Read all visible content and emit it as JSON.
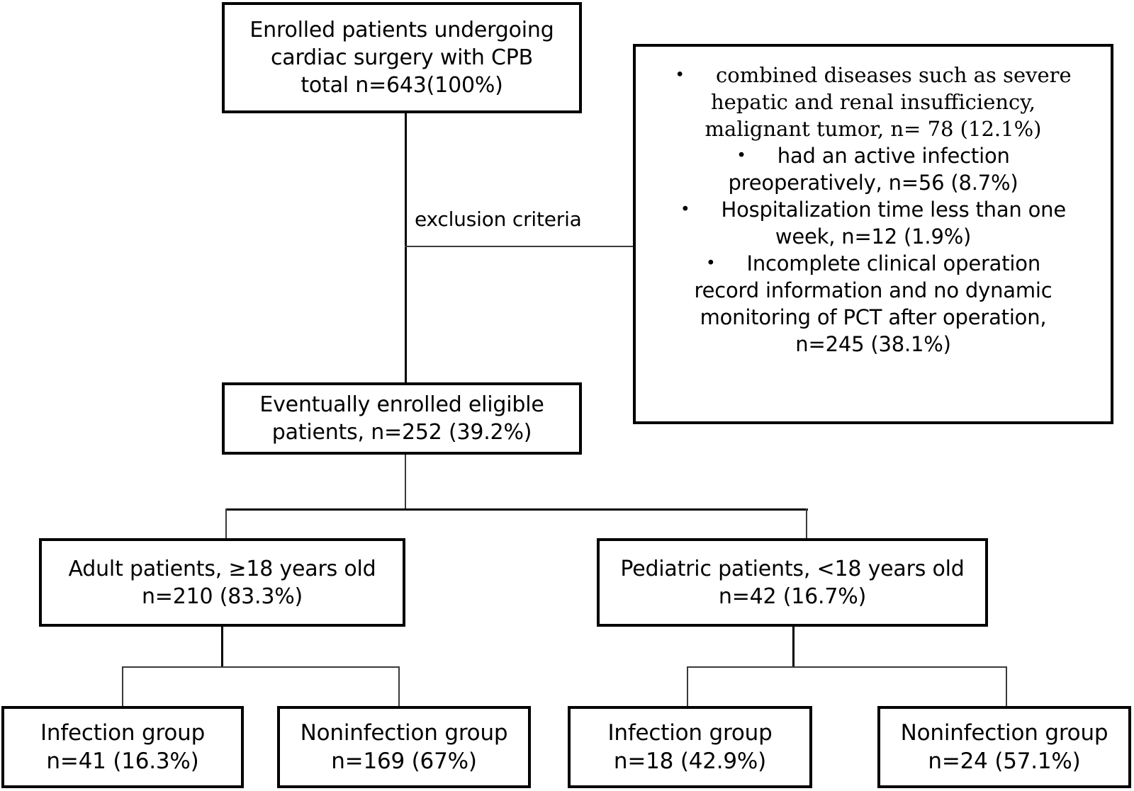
{
  "figure": {
    "type": "flowchart",
    "title": "Patient enrollment and grouping flow diagram"
  },
  "nodes": {
    "enrolled": {
      "line1": "Enrolled patients undergoing",
      "line2": "cardiac surgery with CPB",
      "line3": "total n=643(100%)"
    },
    "eligible": {
      "line1": "Eventually enrolled eligible",
      "line2": "patients, n=252 (39.2%)"
    },
    "adult": {
      "line1": "Adult patients, ≥18 years old",
      "line2": "n=210 (83.3%)"
    },
    "pediatric": {
      "line1": "Pediatric patients, <18 years old",
      "line2": "n=42 (16.7%)"
    },
    "adult_infection": {
      "line1": "Infection group",
      "line2": "n=41 (16.3%)"
    },
    "adult_noninfection": {
      "line1": "Noninfection group",
      "line2": "n=169 (67%)"
    },
    "pediatric_infection": {
      "line1": "Infection group",
      "line2": "n=18 (42.9%)"
    },
    "pediatric_noninfection": {
      "line1": "Noninfection group",
      "line2": "n=24 (57.1%)"
    }
  },
  "edges": {
    "exclusion_label": "exclusion criteria"
  },
  "exclusion": {
    "bullet_glyph": "•",
    "items": [
      {
        "style": "serif",
        "lines": [
          "combined diseases such as severe",
          "hepatic and renal insufficiency,",
          "malignant tumor, n= 78 (12.1%)"
        ]
      },
      {
        "style": "sans",
        "lines": [
          "had an active infection",
          "preoperatively, n=56 (8.7%)"
        ]
      },
      {
        "style": "sans",
        "lines": [
          "Hospitalization time less than one",
          "week, n=12 (1.9%)"
        ]
      },
      {
        "style": "sans",
        "lines": [
          "Incomplete clinical operation",
          "record information and no dynamic",
          "monitoring of PCT after operation,",
          "n=245 (38.1%)"
        ]
      }
    ]
  },
  "colors": {
    "stroke": "#000000",
    "background": "#ffffff",
    "thin_stroke": "#3a3a3a"
  }
}
